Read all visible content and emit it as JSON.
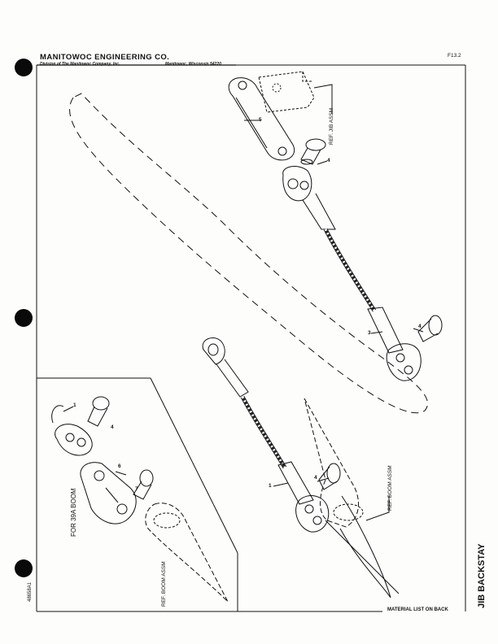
{
  "header": {
    "company": "MANITOWOC ENGINEERING CO.",
    "division": "Division of The Manitowoc Company, Inc.",
    "location": "Manitowoc, Wisconsin 54220",
    "figure_code": "F13.2"
  },
  "side_title": "JIB BACKSTAY",
  "document_number": "48658A1",
  "footer_note": "MATERIAL LIST ON BACK",
  "labels": {
    "ref_jib_assm": "REF. JIB ASSM",
    "ref_boom_assm": "REF. BOOM ASSM",
    "inset_title": "FOR 39A BOOM",
    "inset_ref_boom_assm": "REF. BOOM ASSM"
  },
  "parts": {
    "p5": "5",
    "p4_top": "4",
    "p3": "3",
    "p4_mid": "4",
    "p1": "1",
    "p4_low": "4",
    "inset_p1": "1",
    "inset_p4": "4",
    "inset_p6": "6",
    "inset_p7": "7"
  }
}
